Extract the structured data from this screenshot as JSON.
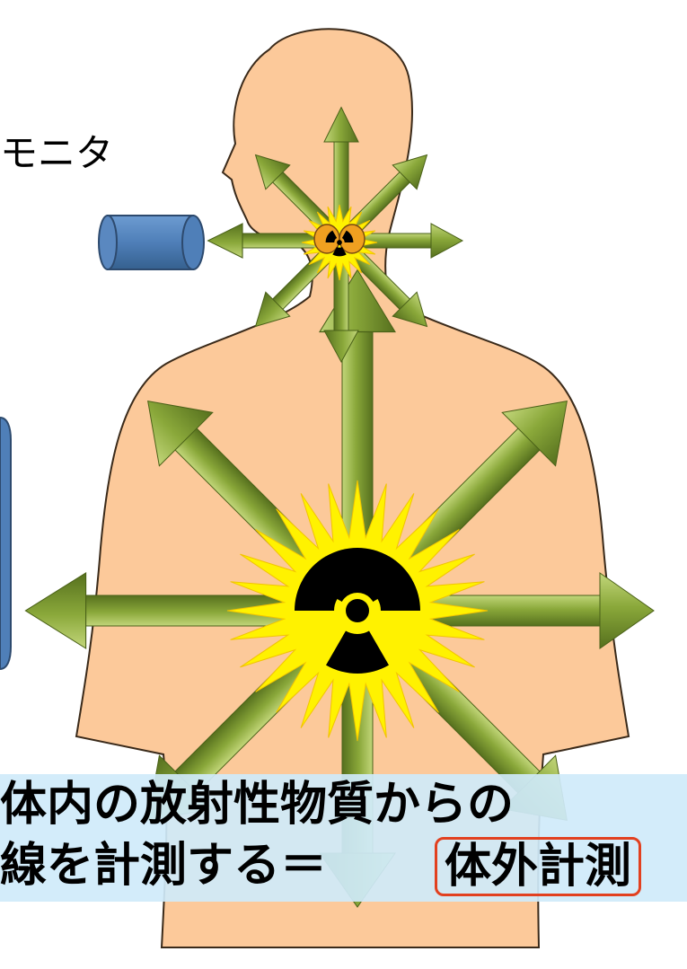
{
  "labels": {
    "monitor": "モニタ"
  },
  "caption": {
    "line1": "体内の放射性物質からの",
    "line2": "線を計測する＝",
    "boxed": "体外計測"
  },
  "colors": {
    "skin": "#fcc99a",
    "skin_outline": "#3a2a1a",
    "arrow": "#7a9a2c",
    "arrow_light": "#c2d67a",
    "burst": "#fff200",
    "detector": "#4f7fb8",
    "caption_bg": "#cfeafa",
    "caption_border": "#e2401f"
  },
  "icons": [
    "radiation-symbol-icon",
    "detector-cylinder-icon",
    "human-body-silhouette"
  ]
}
